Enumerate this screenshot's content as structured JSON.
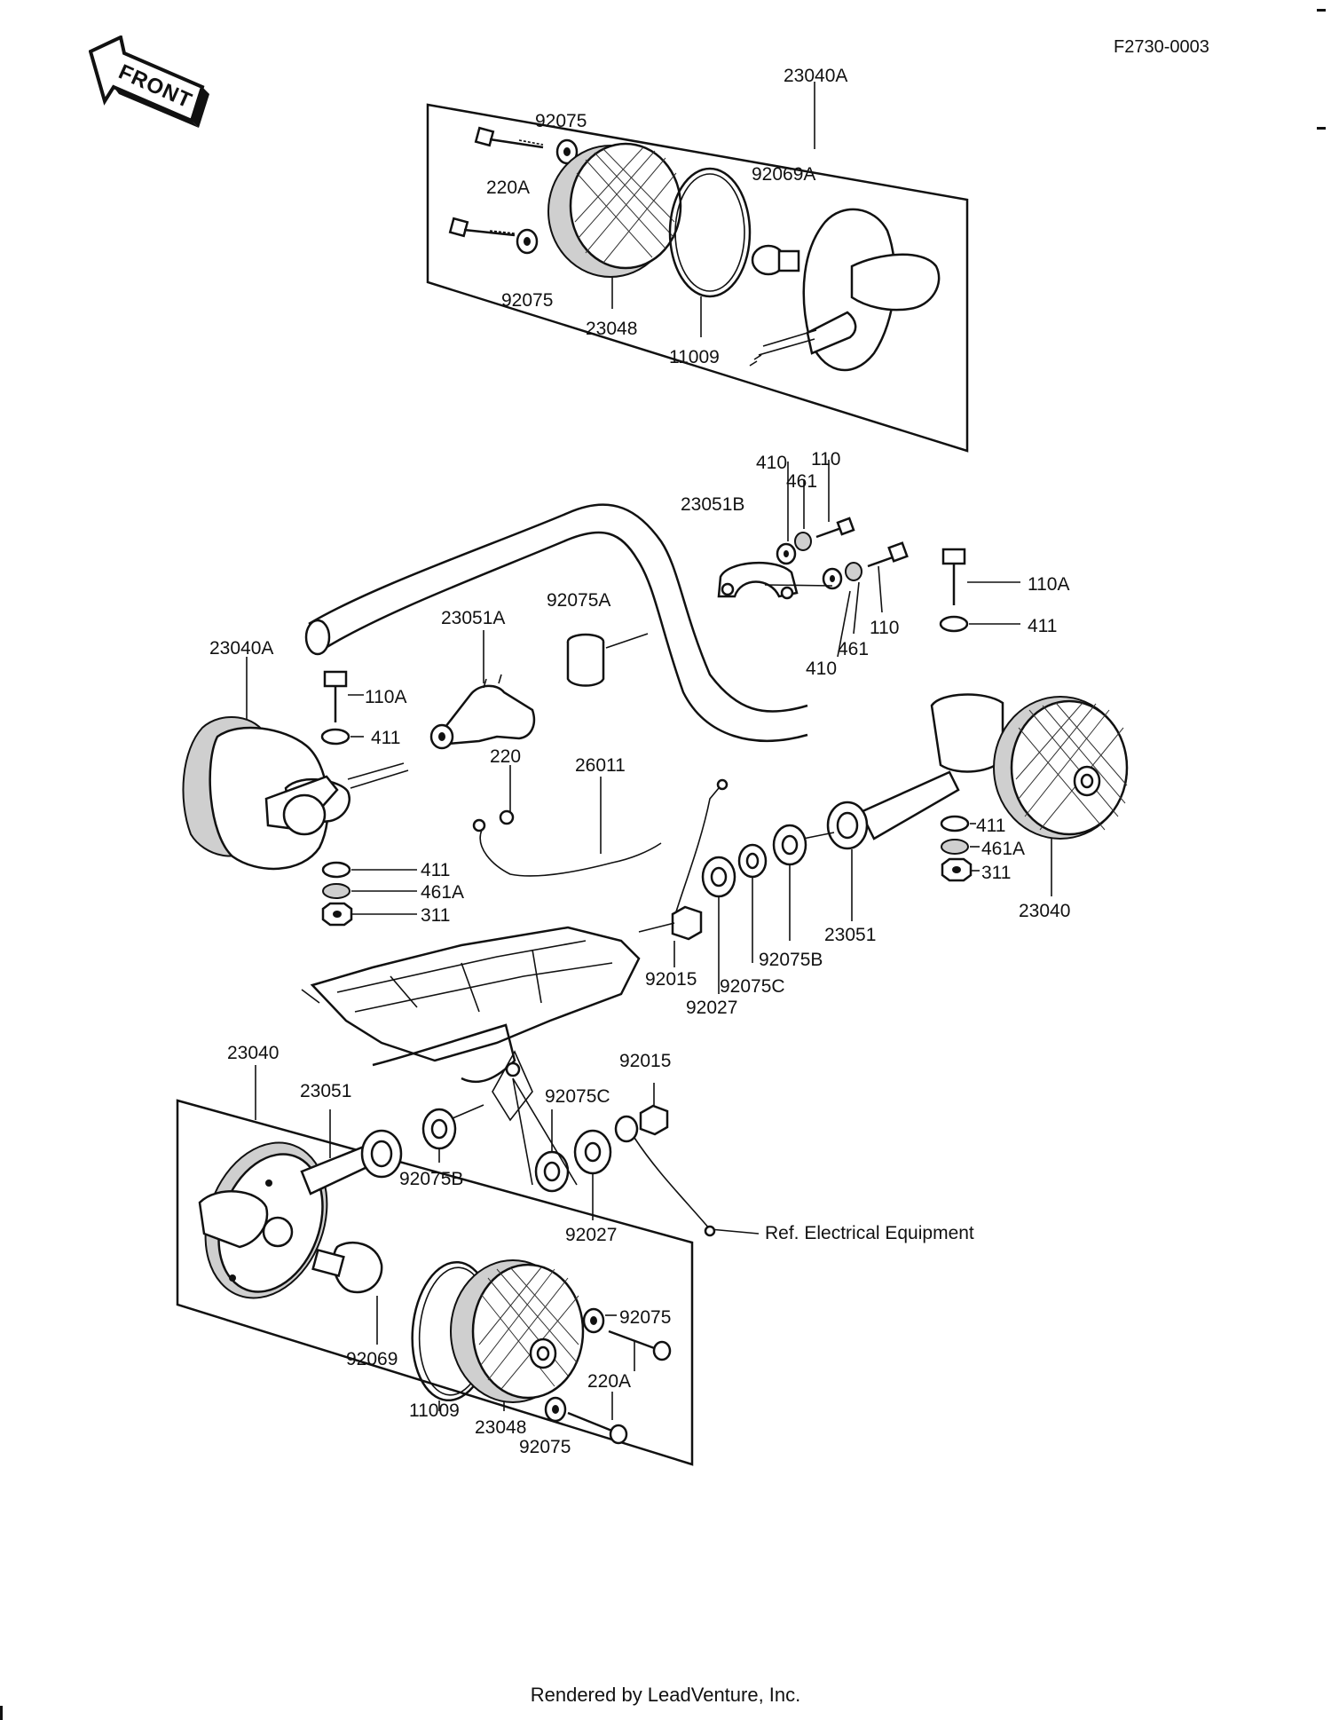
{
  "header": {
    "figure_code": "F2730-0003",
    "front_label": "FRONT"
  },
  "footer": {
    "rendered_by": "Rendered by LeadVenture, Inc."
  },
  "note": {
    "ref_label": "Ref.  Electrical Equipment"
  },
  "parts": {
    "p23040A_top": "23040A",
    "p92075_a": "92075",
    "p220A_a": "220A",
    "p92069A": "92069A",
    "p92075_b": "92075",
    "p23048_a": "23048",
    "p11009_a": "11009",
    "p410_a": "410",
    "p110_a": "110",
    "p461_a": "461",
    "p23051B": "23051B",
    "p110A_a": "110A",
    "p411_a": "411",
    "p110_b": "110",
    "p461_b": "461",
    "p410_b": "410",
    "p92075A": "92075A",
    "p23051A": "23051A",
    "p23040A_left": "23040A",
    "p110A_b": "110A",
    "p411_b": "411",
    "p220": "220",
    "p26011": "26011",
    "p411_c": "411",
    "p461A_a": "461A",
    "p311_a": "311",
    "p411_d": "411",
    "p461A_b": "461A",
    "p311_b": "311",
    "p23040_right": "23040",
    "p23051_a": "23051",
    "p92015_a": "92015",
    "p92075B_a": "92075B",
    "p92075C_a": "92075C",
    "p92027_a": "92027",
    "p23040_bottom": "23040",
    "p23051_b": "23051",
    "p92015_b": "92015",
    "p92075C_b": "92075C",
    "p92075B_b": "92075B",
    "p92027_b": "92027",
    "p92075_c": "92075",
    "p220A_b": "220A",
    "p92069": "92069",
    "p11009_b": "11009",
    "p23048_b": "23048",
    "p92075_d": "92075"
  }
}
